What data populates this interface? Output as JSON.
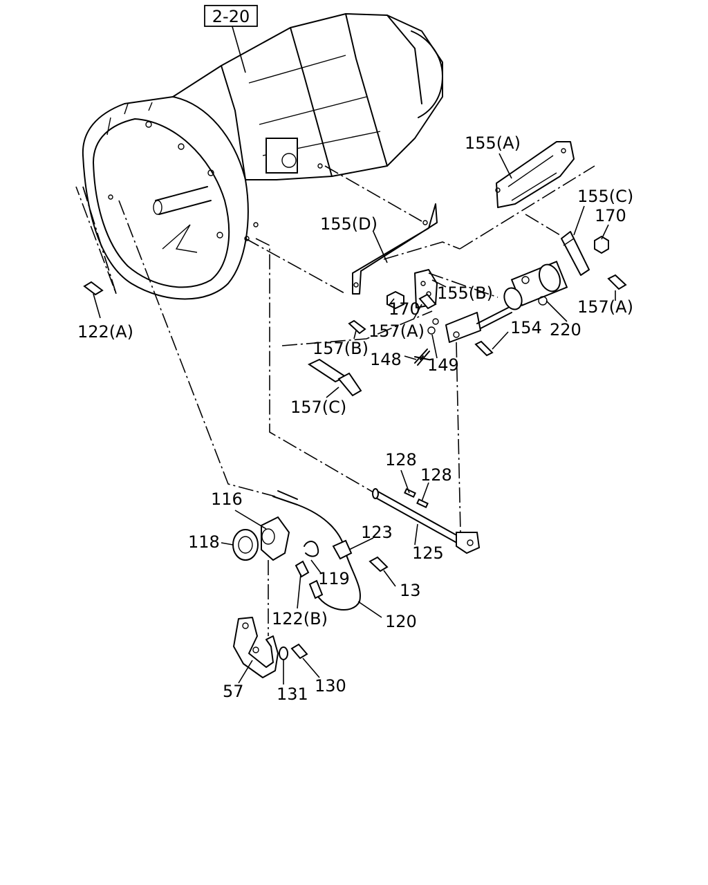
{
  "diagram": {
    "reference_box": "2-20",
    "callouts": {
      "c155A": "155(A)",
      "c155C": "155(C)",
      "c170a": "170",
      "c155D": "155(D)",
      "c155B": "155(B)",
      "c170b": "170",
      "c157Aa": "157(A)",
      "c157Ab": "157(A)",
      "c220": "220",
      "c154": "154",
      "c122A": "122(A)",
      "c157B": "157(B)",
      "c148": "148",
      "c149": "149",
      "c157C": "157(C)",
      "c128a": "128",
      "c128b": "128",
      "c116": "116",
      "c118": "118",
      "c123": "123",
      "c125": "125",
      "c119": "119",
      "c13": "13",
      "c122B": "122(B)",
      "c120": "120",
      "c57": "57",
      "c131": "131",
      "c130": "130"
    }
  }
}
